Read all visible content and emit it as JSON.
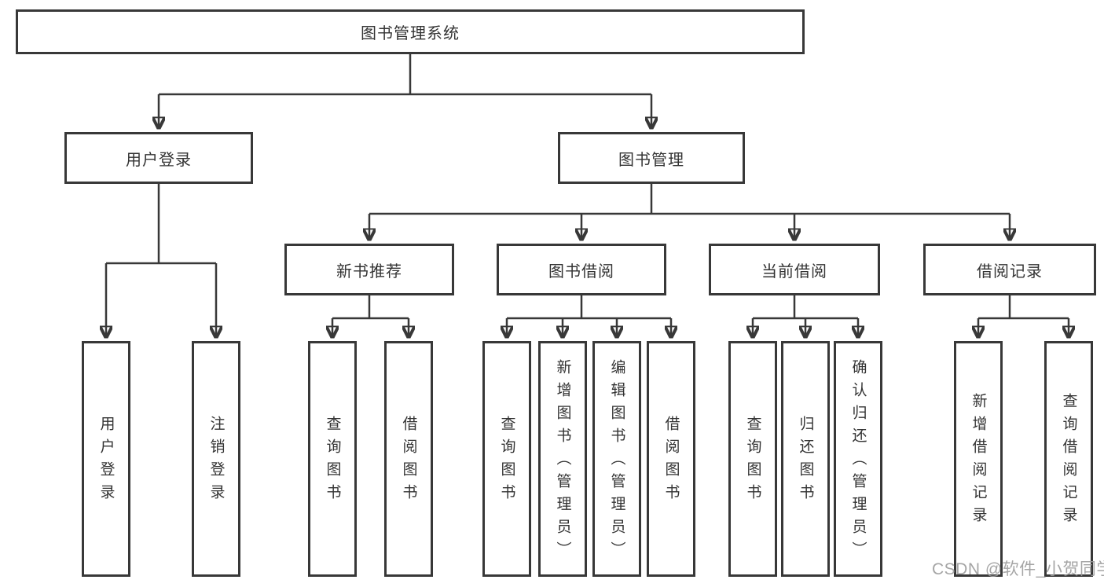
{
  "colors": {
    "line": "#383838",
    "box_border": "#383838",
    "text": "#333333",
    "background": "#ffffff",
    "watermark": "#9b9b9b"
  },
  "watermark": {
    "text": "CSDN @软件_小贺同学"
  },
  "tree": {
    "root": {
      "label": "图书管理系统"
    },
    "branches": [
      {
        "label": "用户登录",
        "children": [
          {
            "label": "用户登录"
          },
          {
            "label": "注销登录"
          }
        ]
      },
      {
        "label": "图书管理",
        "children": [
          {
            "label": "新书推荐",
            "children": [
              {
                "label": "查询图书"
              },
              {
                "label": "借阅图书"
              }
            ]
          },
          {
            "label": "图书借阅",
            "children": [
              {
                "label": "查询图书"
              },
              {
                "label": "新增图书（管理员）"
              },
              {
                "label": "编辑图书（管理员）"
              },
              {
                "label": "借阅图书"
              }
            ]
          },
          {
            "label": "当前借阅",
            "children": [
              {
                "label": "查询图书"
              },
              {
                "label": "归还图书"
              },
              {
                "label": "确认归还（管理员）"
              }
            ]
          },
          {
            "label": "借阅记录",
            "children": [
              {
                "label": "新增借阅记录"
              },
              {
                "label": "查询借阅记录"
              }
            ]
          }
        ]
      }
    ]
  }
}
